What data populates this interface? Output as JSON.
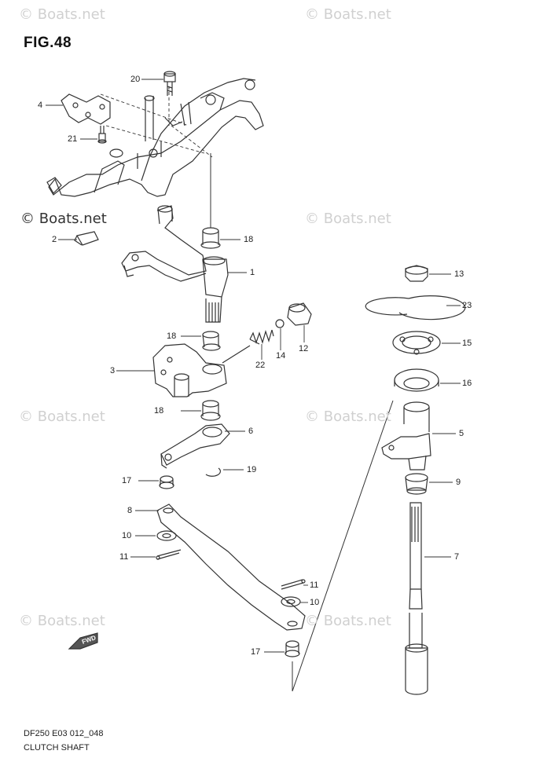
{
  "figure": {
    "title": "FIG.48",
    "code": "DF250 E03 012_048",
    "name": "CLUTCH SHAFT"
  },
  "watermark": {
    "text": "© Boats.net"
  },
  "callouts": [
    "1",
    "2",
    "3",
    "4",
    "5",
    "6",
    "7",
    "8",
    "9",
    "10",
    "10",
    "11",
    "11",
    "12",
    "13",
    "14",
    "15",
    "16",
    "17",
    "17",
    "18",
    "18",
    "18",
    "19",
    "20",
    "21",
    "22",
    "23"
  ],
  "direction_badge": "FWD",
  "colors": {
    "line": "#333333",
    "watermark": "#d0d0d0",
    "background": "#ffffff"
  }
}
